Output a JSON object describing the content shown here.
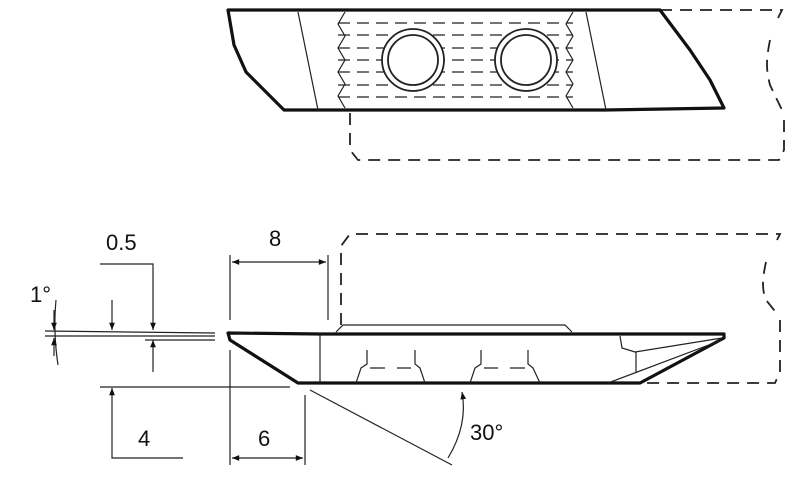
{
  "dimensions": {
    "width_top": "8",
    "chamfer": "0.5",
    "angle_small": "1°",
    "height": "4",
    "width_bottom": "6",
    "angle_large": "30°"
  }
}
